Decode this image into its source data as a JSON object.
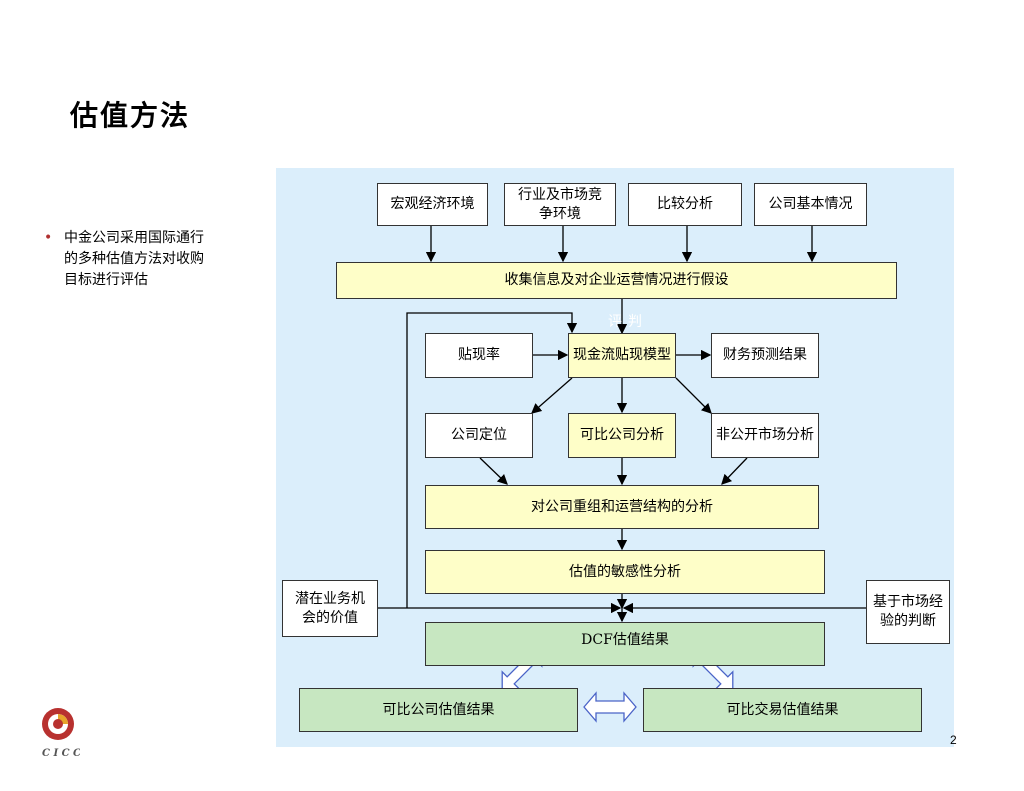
{
  "title": "估值方法",
  "bullet": "中金公司采用国际通行的多种估值方法对收购目标进行评估",
  "diagram": {
    "top_inputs": [
      "宏观经济环境",
      "行业及市场竞争环境",
      "比较分析",
      "公司基本情况"
    ],
    "gather": "收集信息及对企业运营情况进行假设",
    "overlap_text": "评判",
    "discount_rate": "贴现率",
    "dcf_model": "现金流贴现模型",
    "financial_forecast": "财务预测结果",
    "company_positioning": "公司定位",
    "comparable_analysis": "可比公司分析",
    "private_market": "非公开市场分析",
    "restructuring": "对公司重组和运营结构的分析",
    "sensitivity": "估值的敏感性分析",
    "potential_value": "潜在业务机会的价值",
    "market_judgment": "基于市场经验的判断",
    "dcf_result": "DCF估值结果",
    "comparable_company_result": "可比公司估值结果",
    "comparable_transaction_result": "可比交易估值结果"
  },
  "page_number": "2",
  "logo": {
    "text": "CICC",
    "color": "#b8312f"
  }
}
